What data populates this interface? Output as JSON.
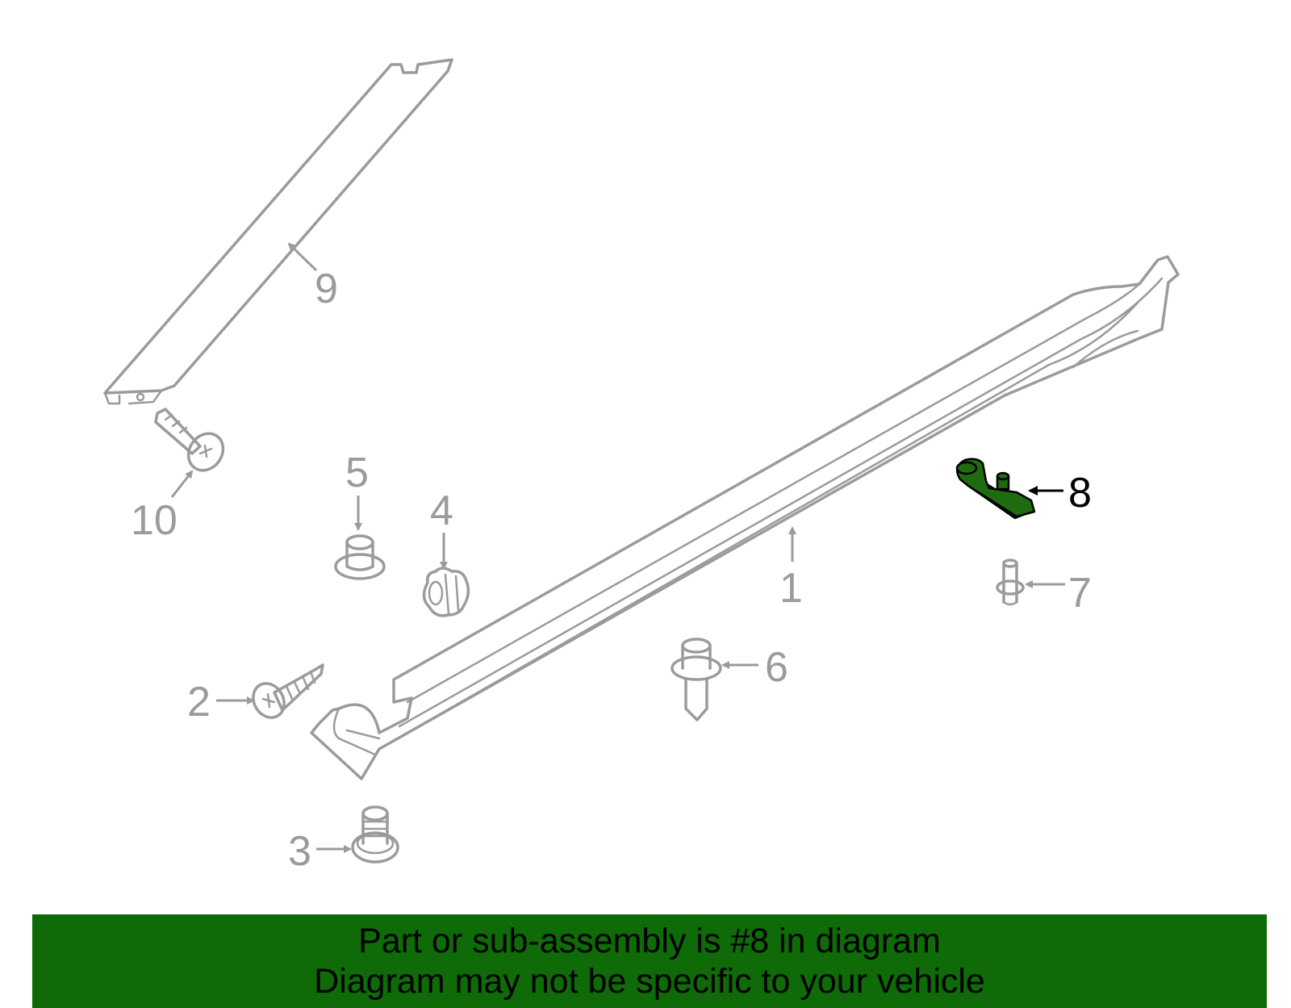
{
  "callouts": {
    "c1": "1",
    "c2": "2",
    "c3": "3",
    "c4": "4",
    "c5": "5",
    "c6": "6",
    "c7": "7",
    "c8": "8",
    "c9": "9",
    "c10": "10"
  },
  "highlight_color": "#0f6a08",
  "line_color": "#9b9b9b",
  "banner": {
    "line1": "Part or sub-assembly is #8 in diagram",
    "line2": "Diagram may not be specific to your vehicle"
  }
}
